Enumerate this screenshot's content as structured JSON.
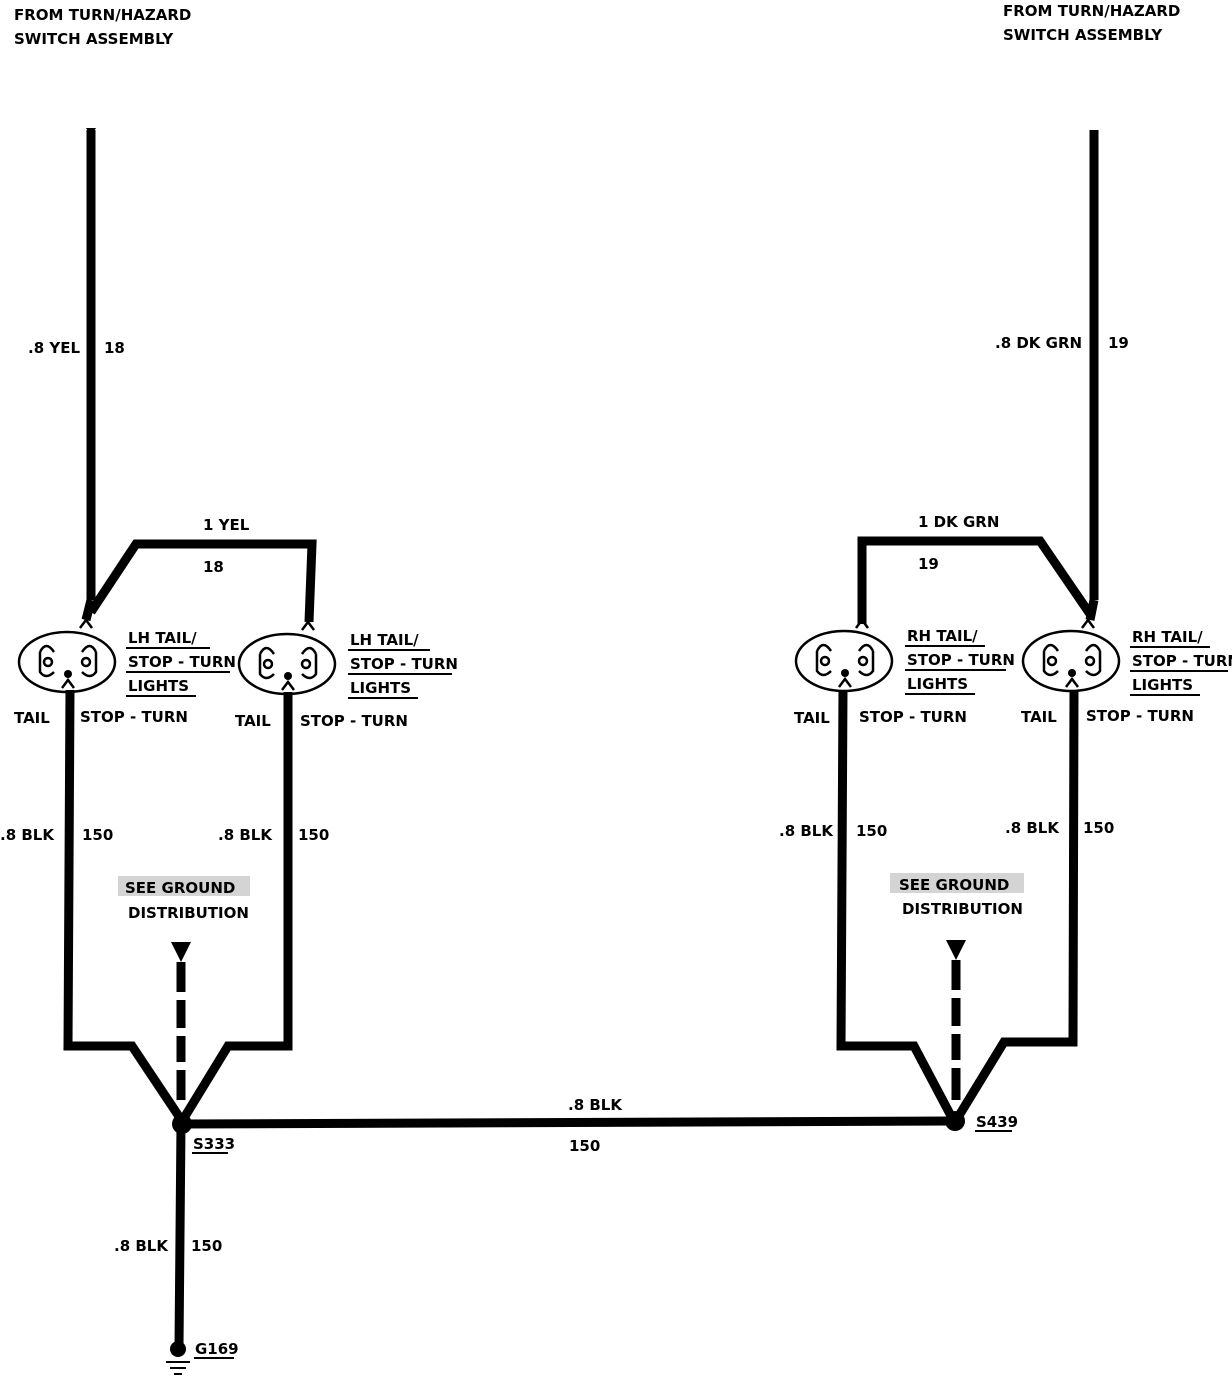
{
  "sources": {
    "left": {
      "line1": "FROM TURN/HAZARD",
      "line2": "SWITCH ASSEMBLY"
    },
    "right": {
      "line1": "FROM TURN/HAZARD",
      "line2": "SWITCH ASSEMBLY"
    }
  },
  "wires": {
    "left_feed": {
      "color": ".8 YEL",
      "circuit": "18"
    },
    "left_jumper": {
      "color": "1 YEL",
      "circuit": "18"
    },
    "right_feed": {
      "color": ".8 DK GRN",
      "circuit": "19"
    },
    "right_jumper": {
      "color": "1 DK GRN",
      "circuit": "19"
    },
    "lamp1_ground": {
      "color": ".8 BLK",
      "circuit": "150"
    },
    "lamp2_ground": {
      "color": ".8 BLK",
      "circuit": "150"
    },
    "lamp3_ground": {
      "color": ".8 BLK",
      "circuit": "150"
    },
    "lamp4_ground": {
      "color": ".8 BLK",
      "circuit": "150"
    },
    "splice_link": {
      "color": ".8 BLK",
      "circuit": "150"
    },
    "ground_lead": {
      "color": ".8 BLK",
      "circuit": "150"
    }
  },
  "lamps": [
    {
      "line1": "LH TAIL/",
      "line2": "STOP - TURN",
      "line3": "LIGHTS",
      "pin_tail": "TAIL",
      "pin_stop": "STOP - TURN"
    },
    {
      "line1": "LH TAIL/",
      "line2": "STOP - TURN",
      "line3": "LIGHTS",
      "pin_tail": "TAIL",
      "pin_stop": "STOP - TURN"
    },
    {
      "line1": "RH TAIL/",
      "line2": "STOP - TURN",
      "line3": "LIGHTS",
      "pin_tail": "TAIL",
      "pin_stop": "STOP - TURN"
    },
    {
      "line1": "RH TAIL/",
      "line2": "STOP - TURN",
      "line3": "LIGHTS",
      "pin_tail": "TAIL",
      "pin_stop": "STOP - TURN"
    }
  ],
  "ground_refs": [
    {
      "line1": "SEE GROUND",
      "line2": "DISTRIBUTION"
    },
    {
      "line1": "SEE GROUND",
      "line2": "DISTRIBUTION"
    }
  ],
  "splices": {
    "left": "S333",
    "right": "S439"
  },
  "ground": {
    "label": "G169"
  }
}
